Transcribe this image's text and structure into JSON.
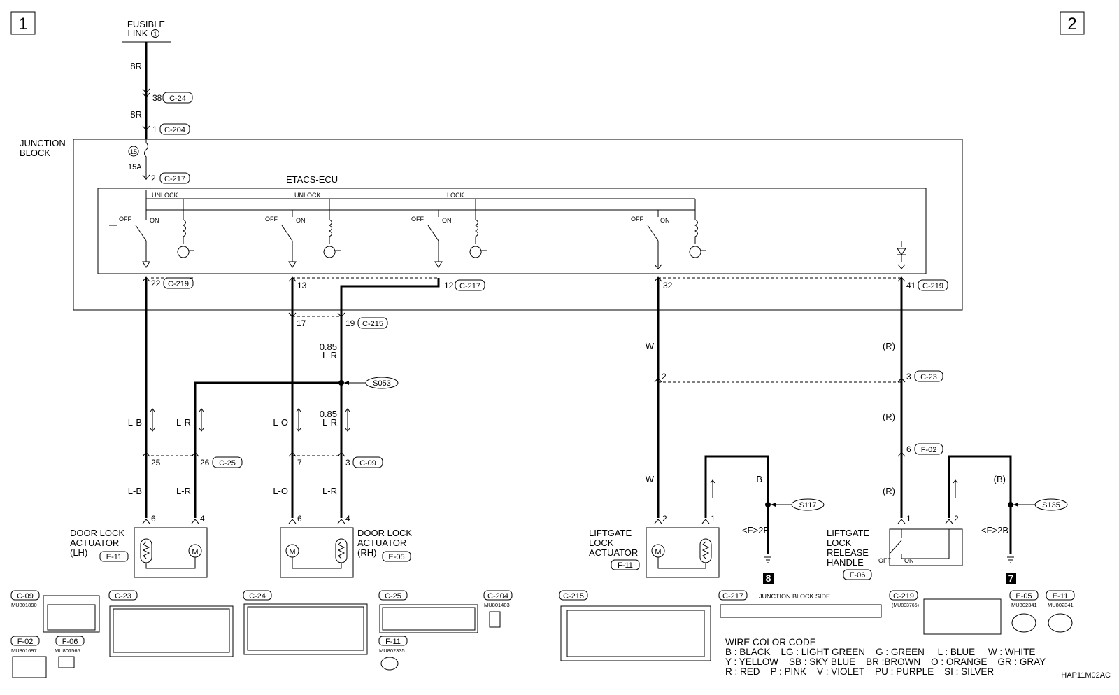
{
  "page_markers": {
    "left": "1",
    "right": "2"
  },
  "fusible_link": {
    "line1": "FUSIBLE",
    "line2": "LINK",
    "number": "1"
  },
  "wire_colors_top": {
    "a": "8R",
    "b": "8R"
  },
  "junction_block": {
    "line1": "JUNCTION",
    "line2": "BLOCK",
    "fuse_no": "15",
    "fuse_rating": "15A"
  },
  "etacs": {
    "title": "ETACS-ECU",
    "unlock_1": "UNLOCK",
    "unlock_2": "UNLOCK",
    "lock": "LOCK",
    "off": "OFF",
    "on": "ON"
  },
  "connectors": {
    "c24": "C-24",
    "c204": "C-204",
    "c217": "C-217",
    "c219": "C-219",
    "c215": "C-215",
    "c25": "C-25",
    "c09": "C-09",
    "c23": "C-23",
    "f02": "F-02",
    "e11": "E-11",
    "e05": "E-05",
    "f11": "F-11",
    "f06": "F-06"
  },
  "pins": {
    "p38": "38",
    "p1": "1",
    "p2": "2",
    "p22": "22",
    "p13": "13",
    "p12": "12",
    "p32": "32",
    "p41": "41",
    "p17": "17",
    "p19": "19",
    "p25": "25",
    "p26": "26",
    "p7": "7",
    "p3": "3",
    "p6": "6",
    "p4": "4",
    "p2b": "2",
    "p3b": "3",
    "p6b": "6",
    "p2c": "2",
    "p1c": "1",
    "p1d": "1",
    "p2d": "2",
    "p6e": "6",
    "p4e": "4",
    "p6f": "6",
    "p4f": "4"
  },
  "wires": {
    "gauge": "0.85",
    "lr": "L-R",
    "lb": "L-B",
    "lo": "L-O",
    "w": "W",
    "r": "(R)",
    "b": "B",
    "bp": "(B)",
    "lr2": "L-R",
    "lb2": "L-B",
    "lo2": "L-O",
    "gauge2": "0.85",
    "lr3": "L-R",
    "lr4": "L-R",
    "lr5": "L-R",
    "w2": "W",
    "r2": "(R)",
    "r3": "(R)"
  },
  "splices": {
    "s053": "S053",
    "s117": "S117",
    "s135": "S135"
  },
  "grounds": {
    "label_f1": "<F>2B",
    "label_f2": "<F>2B",
    "num1": "8",
    "num2": "7"
  },
  "components": {
    "door_lh": [
      "DOOR LOCK",
      "ACTUATOR",
      "(LH)"
    ],
    "door_rh": [
      "DOOR LOCK",
      "ACTUATOR",
      "(RH)"
    ],
    "liftgate_act": [
      "LIFTGATE",
      "LOCK",
      "ACTUATOR"
    ],
    "liftgate_rel": [
      "LIFTGATE",
      "LOCK",
      "RELEASE",
      "HANDLE"
    ],
    "motor": "M",
    "switch_off": "OFF",
    "switch_on": "ON"
  },
  "connector_panel": {
    "c09": {
      "name": "C-09",
      "part": "MU801890"
    },
    "c23": {
      "name": "C-23"
    },
    "c24": {
      "name": "C-24"
    },
    "c25": {
      "name": "C-25"
    },
    "c204": {
      "name": "C-204",
      "part": "MU801403"
    },
    "f02": {
      "name": "F-02",
      "part": "MU801697"
    },
    "f06": {
      "name": "F-06",
      "part": "MU801565"
    },
    "f11": {
      "name": "F-11",
      "part": "MU802335"
    },
    "c215": {
      "name": "C-215"
    },
    "c217": {
      "name": "C-217",
      "note": "JUNCTION BLOCK SIDE"
    },
    "c219": {
      "name": "C-219",
      "part": "(MU803765)"
    },
    "e05": {
      "name": "E-05",
      "part": "MU802341"
    },
    "e11": {
      "name": "E-11",
      "part": "MU802341"
    }
  },
  "wire_color_code": {
    "title": "WIRE COLOR CODE",
    "row1": "B : BLACK    LG : LIGHT GREEN    G : GREEN     L : BLUE     W : WHITE",
    "row2": "Y : YELLOW    SB : SKY BLUE    BR :BROWN    O : ORANGE    GR : GRAY",
    "row3": "R : RED    P : PINK    V : VIOLET    PU : PURPLE    SI : SILVER"
  },
  "doc_code": "HAP11M02AC"
}
